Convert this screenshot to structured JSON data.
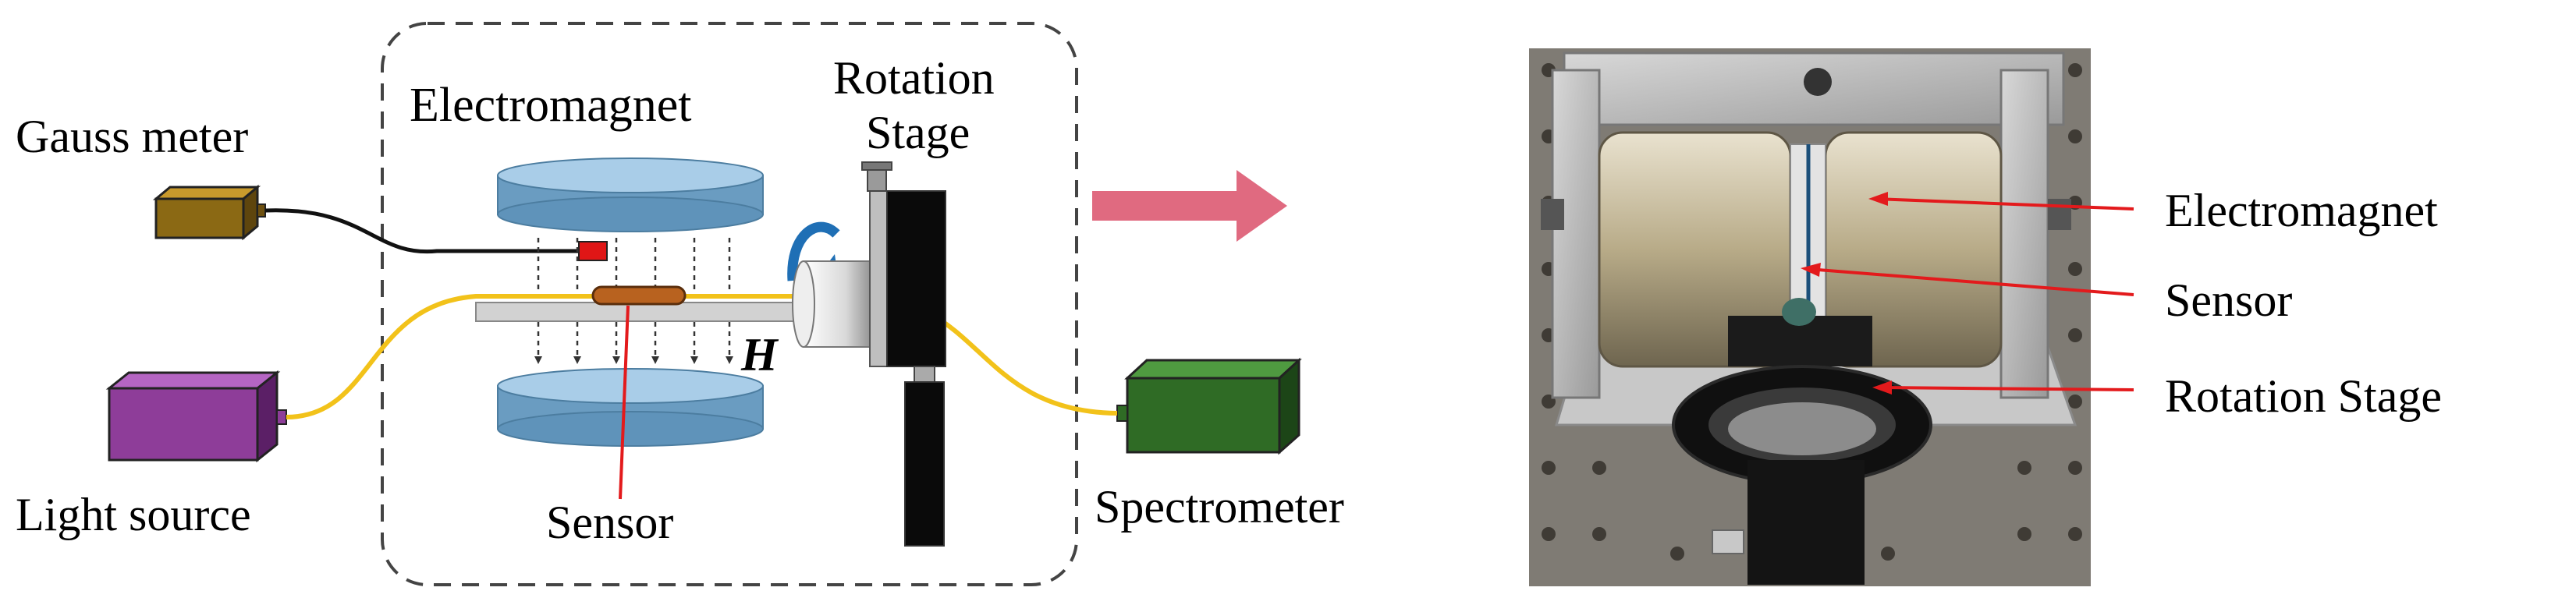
{
  "schematic": {
    "labels": {
      "gauss_meter": "Gauss meter",
      "electromagnet": "Electromagnet",
      "rotation_stage_line1": "Rotation",
      "rotation_stage_line2": "Stage",
      "field": "H",
      "light_source": "Light source",
      "sensor": "Sensor",
      "spectrometer": "Spectrometer"
    }
  },
  "photo": {
    "labels": {
      "electromagnet": "Electromagnet",
      "sensor": "Sensor",
      "rotation_stage": "Rotation Stage"
    }
  },
  "colors": {
    "magnet_pole": "#7fb2d6",
    "fiber": "#f2c21a",
    "gauss_meter": "#8b6914",
    "light_source": "#8e3d99",
    "spectrometer": "#2f6b25",
    "sensor": "#b8621f",
    "probe": "#e01616",
    "rotation_arrow": "#1f6fb5",
    "flow_arrow": "#e06a80",
    "callout": "#e31a1c"
  },
  "icons": {
    "rotation": "curved-rotation-arrow-icon",
    "flow": "right-arrow-icon"
  }
}
